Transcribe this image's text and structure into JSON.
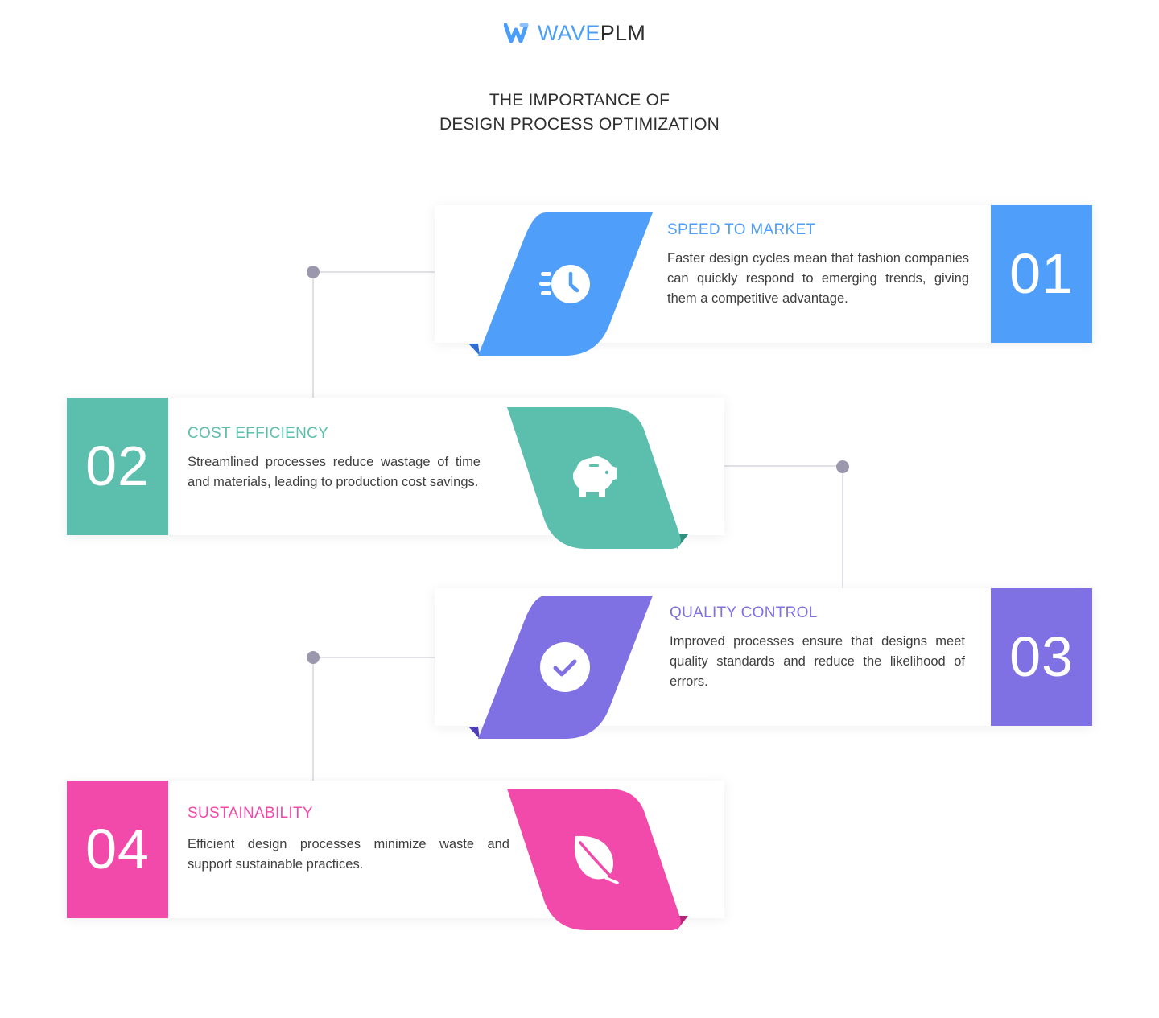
{
  "brand": {
    "wave": "WAVE",
    "plm": "PLM",
    "color": "#4a9df8"
  },
  "title": {
    "line1": "THE IMPORTANCE OF",
    "line2": "DESIGN PROCESS OPTIMIZATION"
  },
  "steps": [
    {
      "number": "01",
      "heading": "SPEED TO MARKET",
      "description": "Faster design cycles mean that fashion companies can quickly respond to emerging trends, giving them a competitive advantage.",
      "color": "#4f9ef9",
      "icon": "clock-speed-icon"
    },
    {
      "number": "02",
      "heading": "COST EFFICIENCY",
      "description": "Streamlined processes reduce wastage of time and materials, leading to production cost savings.",
      "color": "#5cbfae",
      "icon": "piggy-bank-icon"
    },
    {
      "number": "03",
      "heading": "QUALITY CONTROL",
      "description": "Improved processes ensure that designs meet quality standards and reduce the likelihood of errors.",
      "color": "#7f70e3",
      "icon": "check-circle-icon"
    },
    {
      "number": "04",
      "heading": "SUSTAINABILITY",
      "description": "Efficient design processes minimize waste and support sustainable practices.",
      "color": "#f24aaa",
      "icon": "leaf-icon"
    }
  ]
}
